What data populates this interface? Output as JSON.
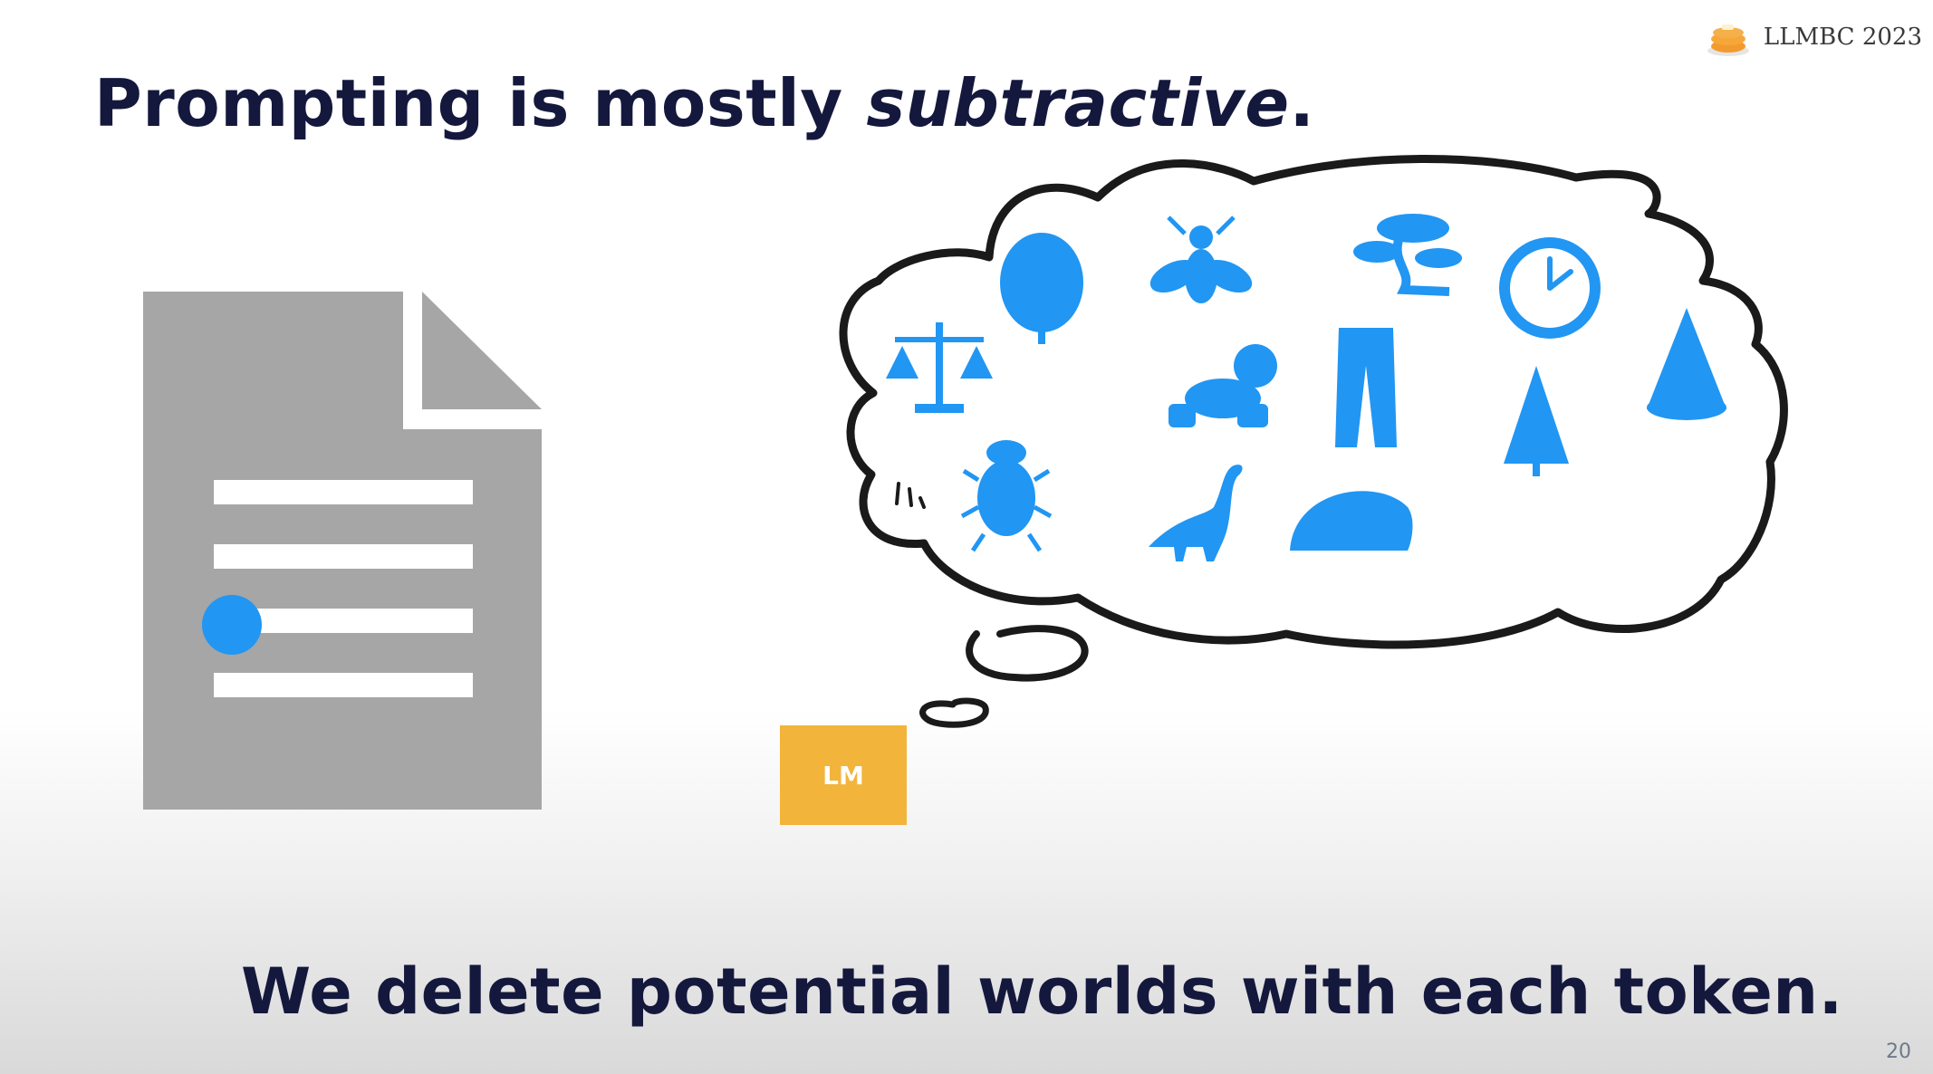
{
  "slide": {
    "title_main": "Prompting is mostly ",
    "title_emphasis": "subtractive",
    "title_end": ".",
    "subtitle": "We delete potential worlds with each token.",
    "badge_text": "LLMBC 2023",
    "page_number": "20",
    "lm_label": "LM"
  },
  "icons": [
    "tree-icon",
    "fly-icon",
    "bonsai-icon",
    "clock-icon",
    "scales-icon",
    "baby-icon",
    "pants-icon",
    "pine-tree-icon",
    "cone-icon",
    "beetle-icon",
    "dinosaur-icon",
    "taco-icon"
  ],
  "colors": {
    "title": "#14183d",
    "icon": "#2196f3",
    "document": "#a6a6a6",
    "cursor_dot": "#2196f3",
    "lm_box": "#f2b43a"
  }
}
